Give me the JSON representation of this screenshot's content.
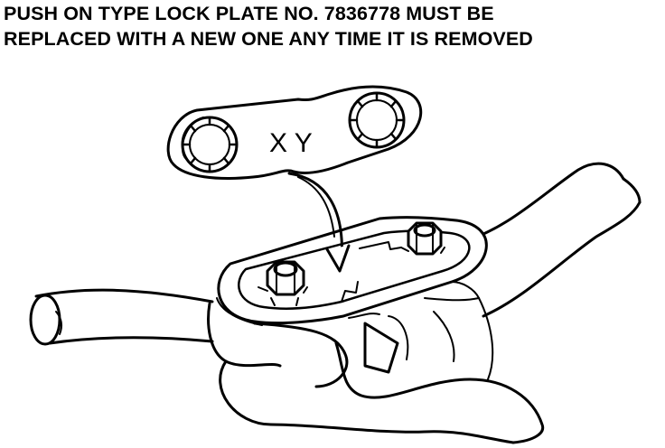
{
  "caption": {
    "line1": "PUSH ON TYPE LOCK PLATE NO. 7836778 MUST BE",
    "line2": "REPLACED WITH A NEW ONE ANY TIME IT IS REMOVED"
  },
  "lock_plate": {
    "marking": "X Y"
  },
  "colors": {
    "ink": "#000000",
    "paper": "#ffffff"
  }
}
